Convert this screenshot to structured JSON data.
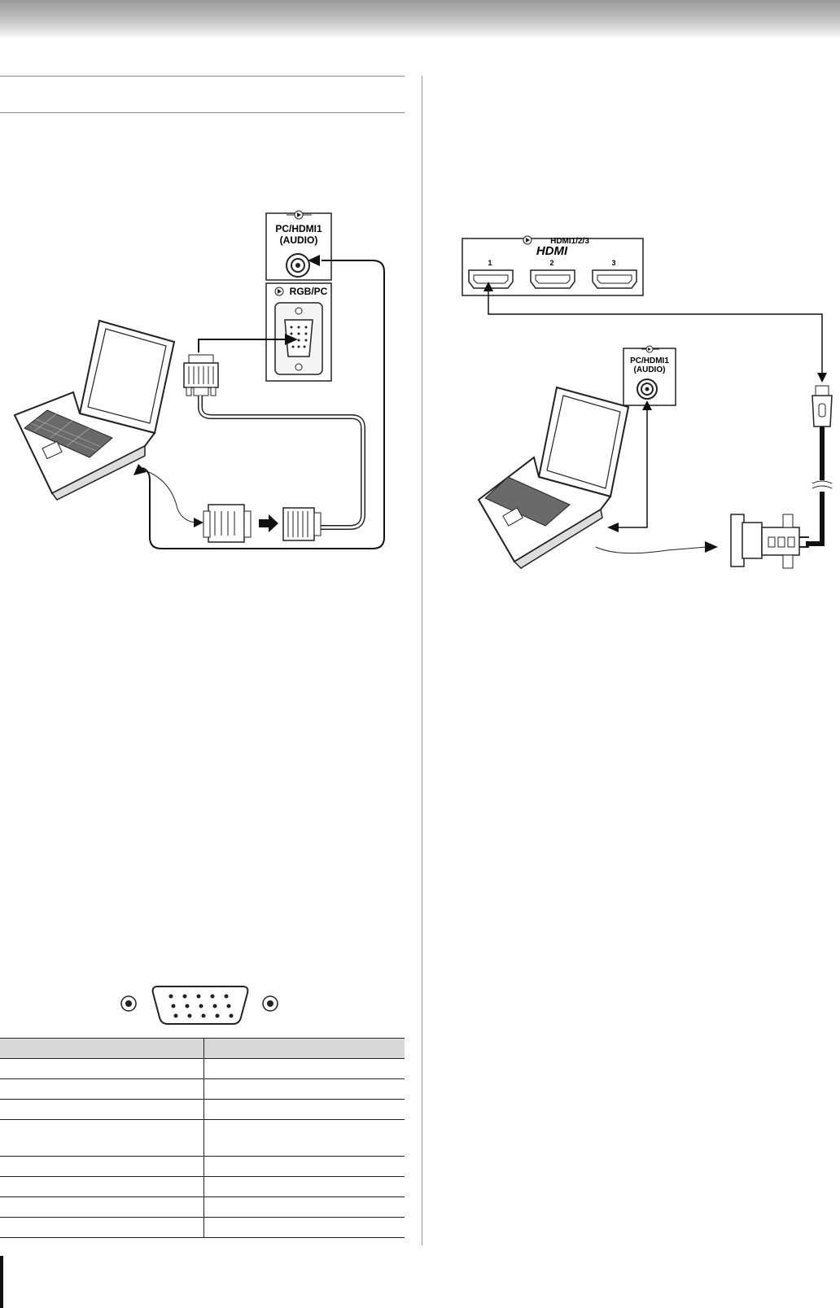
{
  "diagram_left": {
    "audio_panel_label_line1": "PC/HDMI1",
    "audio_panel_label_line2": "(AUDIO)",
    "rgb_panel_label": "RGB/PC"
  },
  "diagram_right": {
    "hdmi_panel_label": "HDMI1/2/3",
    "hdmi_logo": "HDMI",
    "port_labels": [
      "1",
      "2",
      "3"
    ],
    "audio_panel_label_line1": "PC/HDMI1",
    "audio_panel_label_line2": "(AUDIO)"
  },
  "pin_table": {
    "header": [
      "",
      ""
    ],
    "rows": [
      [
        "",
        ""
      ],
      [
        "",
        ""
      ],
      [
        "",
        ""
      ],
      [
        "",
        ""
      ],
      [
        "",
        ""
      ],
      [
        "",
        ""
      ],
      [
        "",
        ""
      ],
      [
        "",
        ""
      ]
    ]
  }
}
